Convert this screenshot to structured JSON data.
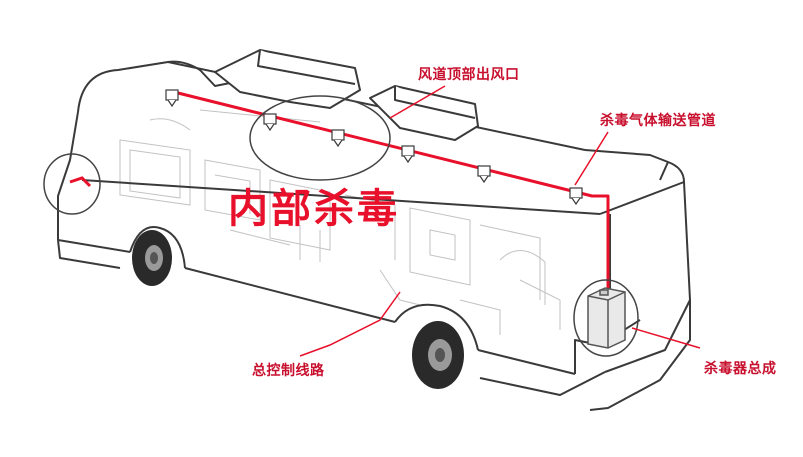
{
  "title": "内部杀毒",
  "labels": {
    "vent_outlet": "风道顶部出风口",
    "gas_pipe": "杀毒气体输送管道",
    "control_line": "总控制线路",
    "device_assembly": "杀毒器总成"
  },
  "colors": {
    "accent": "#e8102a",
    "label": "#c8102e",
    "outline": "#3a3a3a",
    "sketch": "#b0b0b0"
  }
}
